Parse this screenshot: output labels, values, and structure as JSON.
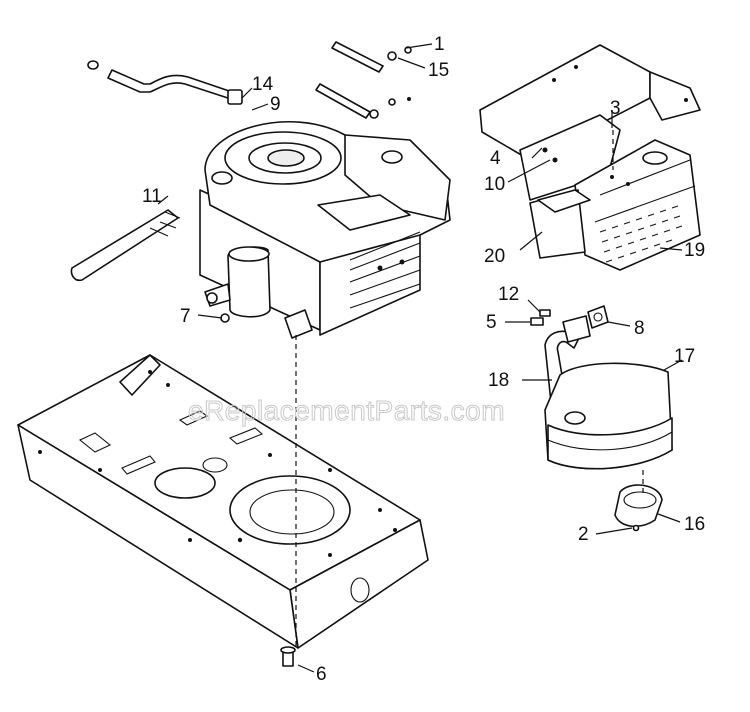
{
  "watermark": "eReplacementParts.com",
  "callouts": {
    "c1": "1",
    "c2": "2",
    "c3": "3",
    "c4": "4",
    "c5": "5",
    "c6": "6",
    "c7": "7",
    "c8": "8",
    "c9": "9",
    "c10": "10",
    "c11": "11",
    "c12": "12",
    "c14": "14",
    "c15": "15",
    "c16": "16",
    "c17": "17",
    "c18": "18",
    "c19": "19",
    "c20": "20"
  }
}
